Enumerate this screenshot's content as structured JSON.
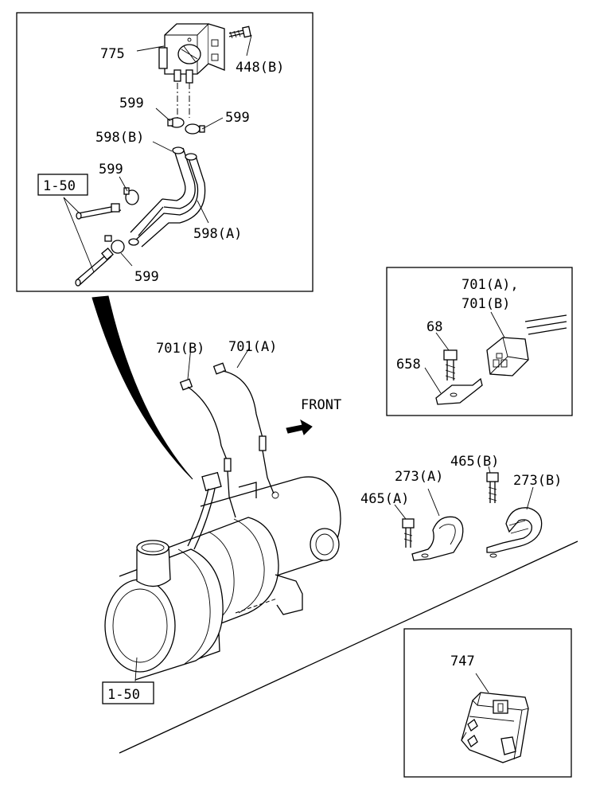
{
  "labels": {
    "p775": "775",
    "p448b": "448(B)",
    "p599_a": "599",
    "p599_b": "599",
    "p598b": "598(B)",
    "p599_c": "599",
    "p150_top": "1-50",
    "p598a": "598(A)",
    "p599_d": "599",
    "p701a_b": "701(A),",
    "p701b_b": "701(B)",
    "p68": "68",
    "p658": "658",
    "p701b_main": "701(B)",
    "p701a_main": "701(A)",
    "front": "FRONT",
    "p465b": "465(B)",
    "p273a": "273(A)",
    "p273b": "273(B)",
    "p465a": "465(A)",
    "p150_bottom": "1-50",
    "p747": "747"
  }
}
